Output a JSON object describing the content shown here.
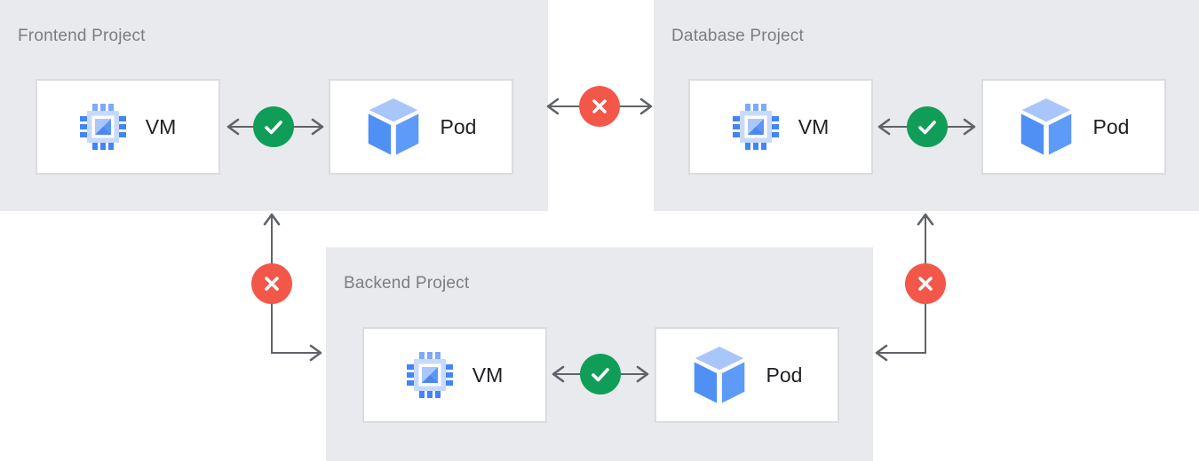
{
  "panels": [
    {
      "id": "frontend",
      "title": "Frontend Project",
      "nodes": [
        {
          "label": "VM",
          "icon": "compute-vm-icon"
        },
        {
          "label": "Pod",
          "icon": "pod-icon"
        }
      ],
      "vm_pod_connection": "allowed"
    },
    {
      "id": "database",
      "title": "Database Project",
      "nodes": [
        {
          "label": "VM",
          "icon": "compute-vm-icon"
        },
        {
          "label": "Pod",
          "icon": "pod-icon"
        }
      ],
      "vm_pod_connection": "allowed"
    },
    {
      "id": "backend",
      "title": "Backend Project",
      "nodes": [
        {
          "label": "VM",
          "icon": "compute-vm-icon"
        },
        {
          "label": "Pod",
          "icon": "pod-icon"
        }
      ],
      "vm_pod_connection": "allowed"
    }
  ],
  "connections": [
    {
      "from": "frontend-vm",
      "to": "frontend-pod",
      "status": "allowed",
      "badge": "check-icon"
    },
    {
      "from": "database-vm",
      "to": "database-pod",
      "status": "allowed",
      "badge": "check-icon"
    },
    {
      "from": "backend-vm",
      "to": "backend-pod",
      "status": "allowed",
      "badge": "check-icon"
    },
    {
      "from": "frontend-project",
      "to": "database-project",
      "status": "blocked",
      "badge": "x-icon"
    },
    {
      "from": "frontend-project",
      "to": "backend-project",
      "status": "blocked",
      "badge": "x-icon"
    },
    {
      "from": "database-project",
      "to": "backend-project",
      "status": "blocked",
      "badge": "x-icon"
    }
  ],
  "colors": {
    "panel_background": "#e8eaed",
    "node_background": "#ffffff",
    "node_border": "#dadce0",
    "arrow": "#5f6368",
    "allowed_badge_green": "#109d58",
    "blocked_badge_red": "#f3574a",
    "title_text": "#7a7e83",
    "node_label_text": "#202124",
    "icon_blue": "#4285f4",
    "icon_light_blue": "#aecbfa"
  }
}
